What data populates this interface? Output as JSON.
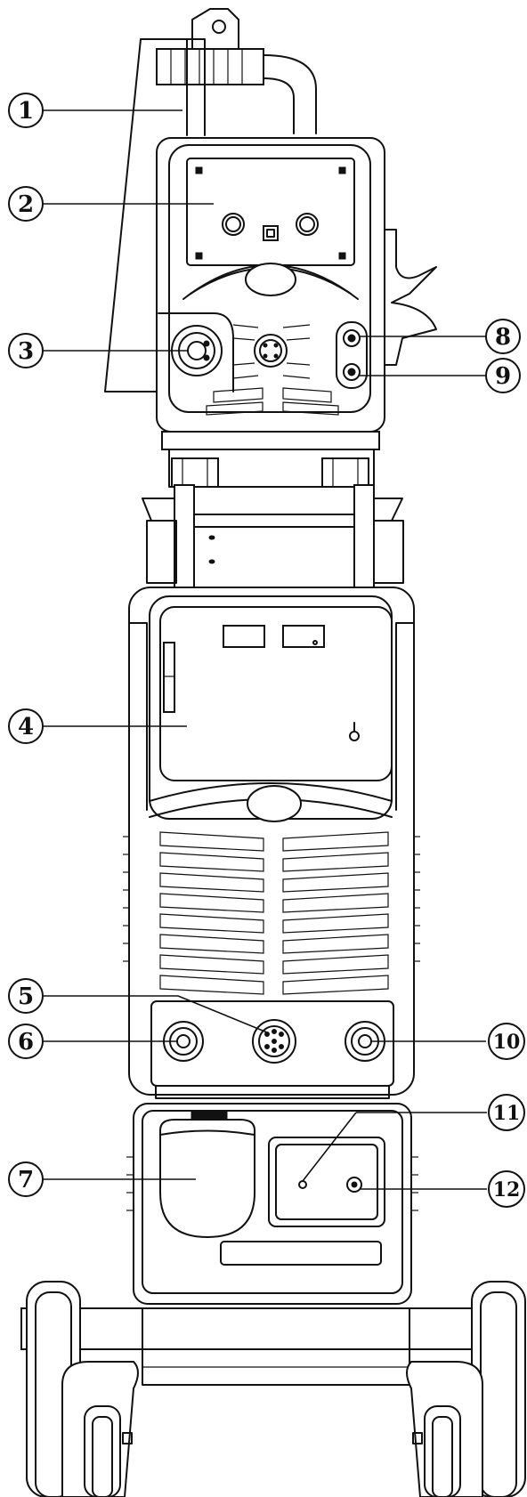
{
  "callouts": [
    {
      "id": 1,
      "label": "1"
    },
    {
      "id": 2,
      "label": "2"
    },
    {
      "id": 3,
      "label": "3"
    },
    {
      "id": 4,
      "label": "4"
    },
    {
      "id": 5,
      "label": "5"
    },
    {
      "id": 6,
      "label": "6"
    },
    {
      "id": 7,
      "label": "7"
    },
    {
      "id": 8,
      "label": "8"
    },
    {
      "id": 9,
      "label": "9"
    },
    {
      "id": 10,
      "label": "10"
    },
    {
      "id": 11,
      "label": "11"
    },
    {
      "id": 12,
      "label": "12"
    }
  ]
}
